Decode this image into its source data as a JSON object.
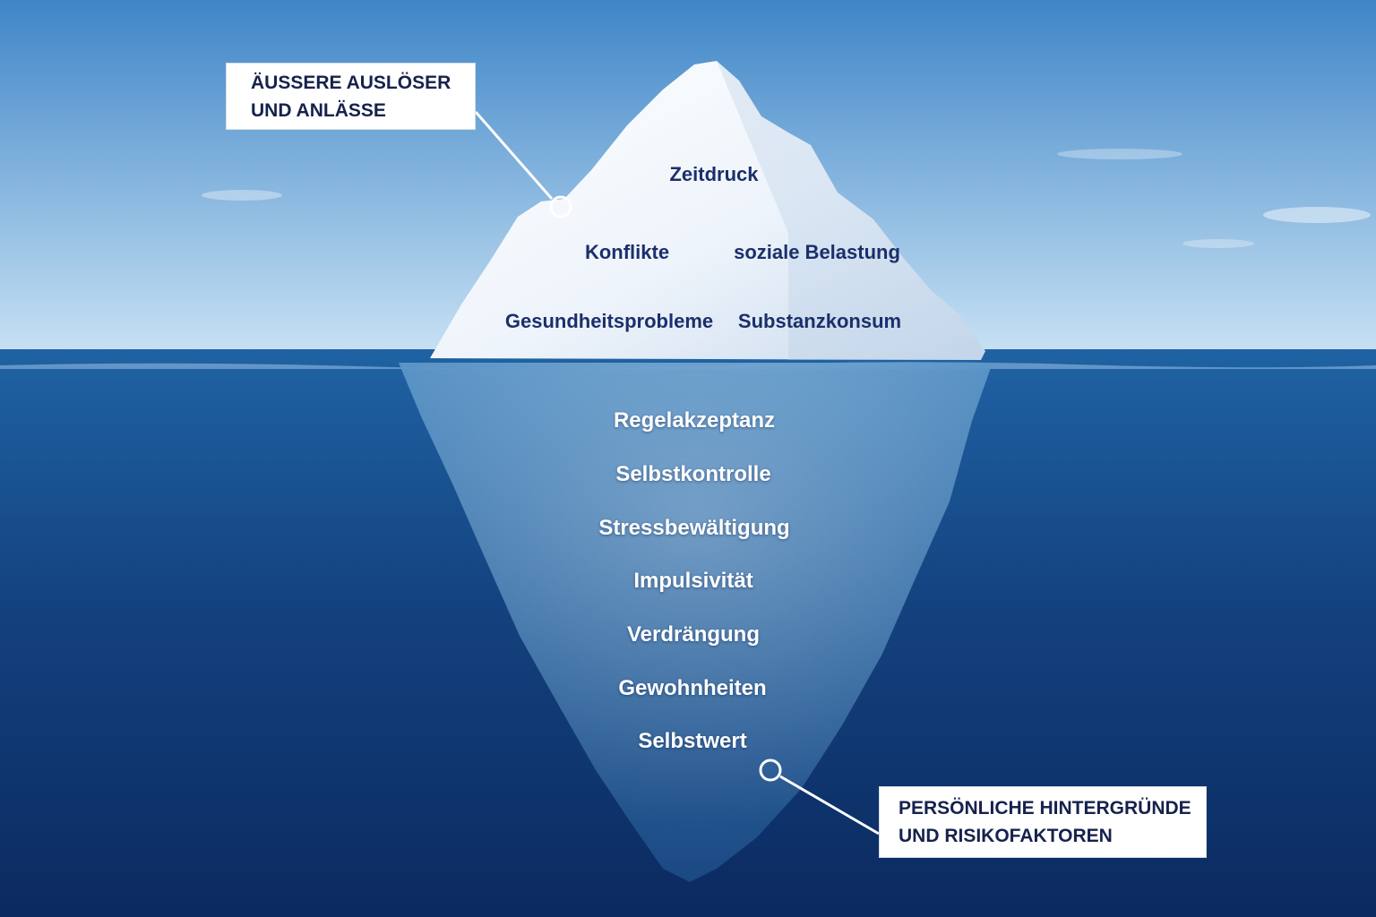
{
  "callouts": {
    "top": {
      "line1": "ÄUSSERE AUSLÖSER",
      "line2": "UND ANLÄSSE"
    },
    "bottom": {
      "line1": "PERSÖNLICHE HINTERGRÜNDE",
      "line2": "UND RISIKOFAKTOREN"
    }
  },
  "above_water": [
    "Zeitdruck",
    "Konflikte",
    "soziale Belastung",
    "Gesundheitsprobleme",
    "Substanzkonsum"
  ],
  "below_water": [
    "Regelakzeptanz",
    "Selbstkontrolle",
    "Stressbewältigung",
    "Impulsivität",
    "Verdrängung",
    "Gewohnheiten",
    "Selbstwert"
  ],
  "colors": {
    "sky_top": "#3f86c8",
    "sky_bottom": "#c6e0f3",
    "water_top": "#1f63a4",
    "water_bottom": "#0b2a60",
    "ice": "#f4f8fc",
    "label_dark": "#1b2f6b"
  }
}
